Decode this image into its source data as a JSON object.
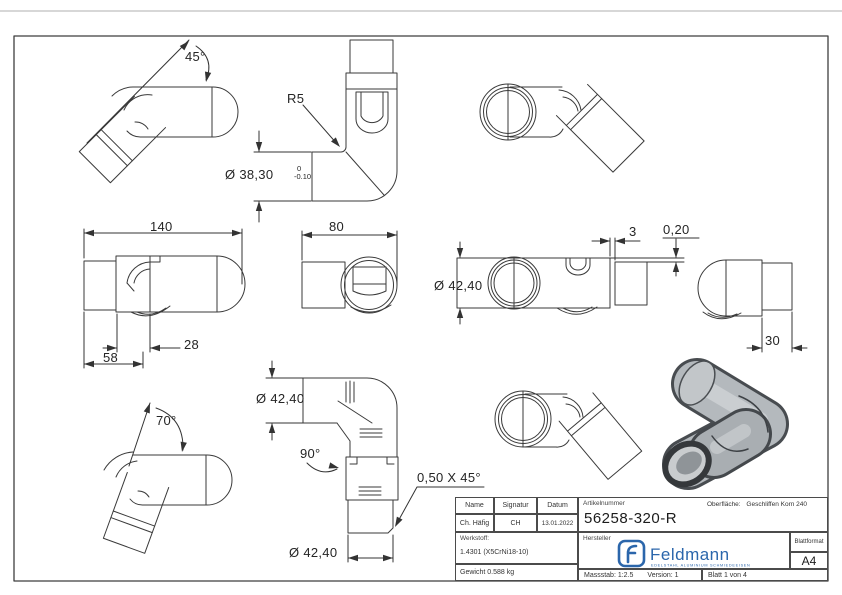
{
  "sheet": {
    "background": "#ffffff",
    "line_color": "#3a3a3a"
  },
  "annotations": {
    "angle_45": "45°",
    "radius_r5": "R5",
    "dia_38_30": "Ø 38,30",
    "dia_38_30_tol_upper": "0",
    "dia_38_30_tol_lower": "-0.10",
    "length_140": "140",
    "length_80": "80",
    "length_3": "3",
    "offset_0_20": "0,20",
    "dia_42_40_side": "Ø 42,40",
    "length_30": "30",
    "length_28": "28",
    "length_58": "58",
    "angle_70": "70°",
    "dia_42_40_front": "Ø 42,40",
    "angle_90": "90°",
    "chamfer_0_50_x_45": "0,50 X 45°",
    "dia_42_40_bottom": "Ø 42,40"
  },
  "title_block": {
    "name_label": "Name",
    "signature_label": "Signatur",
    "date_label": "Datum",
    "name_value": "Ch. Häfig",
    "signature_value": "CH",
    "date_value": "13.01.2022",
    "article_label": "Artikelnummer",
    "article_number": "56258-320-R",
    "surface_label": "Oberfläche:",
    "surface_value": "Geschliffen Korn 240",
    "material_label": "Werkstoff:",
    "material_value": "1.4301 (X5CrNi18-10)",
    "weight_value": "Gewicht 0.588 kg",
    "manufacturer_label": "Hersteller",
    "logo_text": "Feldmann",
    "logo_tagline": "EDELSTAHL ALUMINIUM SCHMIEDEEISEN",
    "logo_color": "#2b66ab",
    "scale_value": "Massstab: 1:2.5",
    "version_value": "Version: 1",
    "format_label": "Blattformat",
    "format_value": "A4",
    "page_value": "Blatt 1 von 4"
  }
}
